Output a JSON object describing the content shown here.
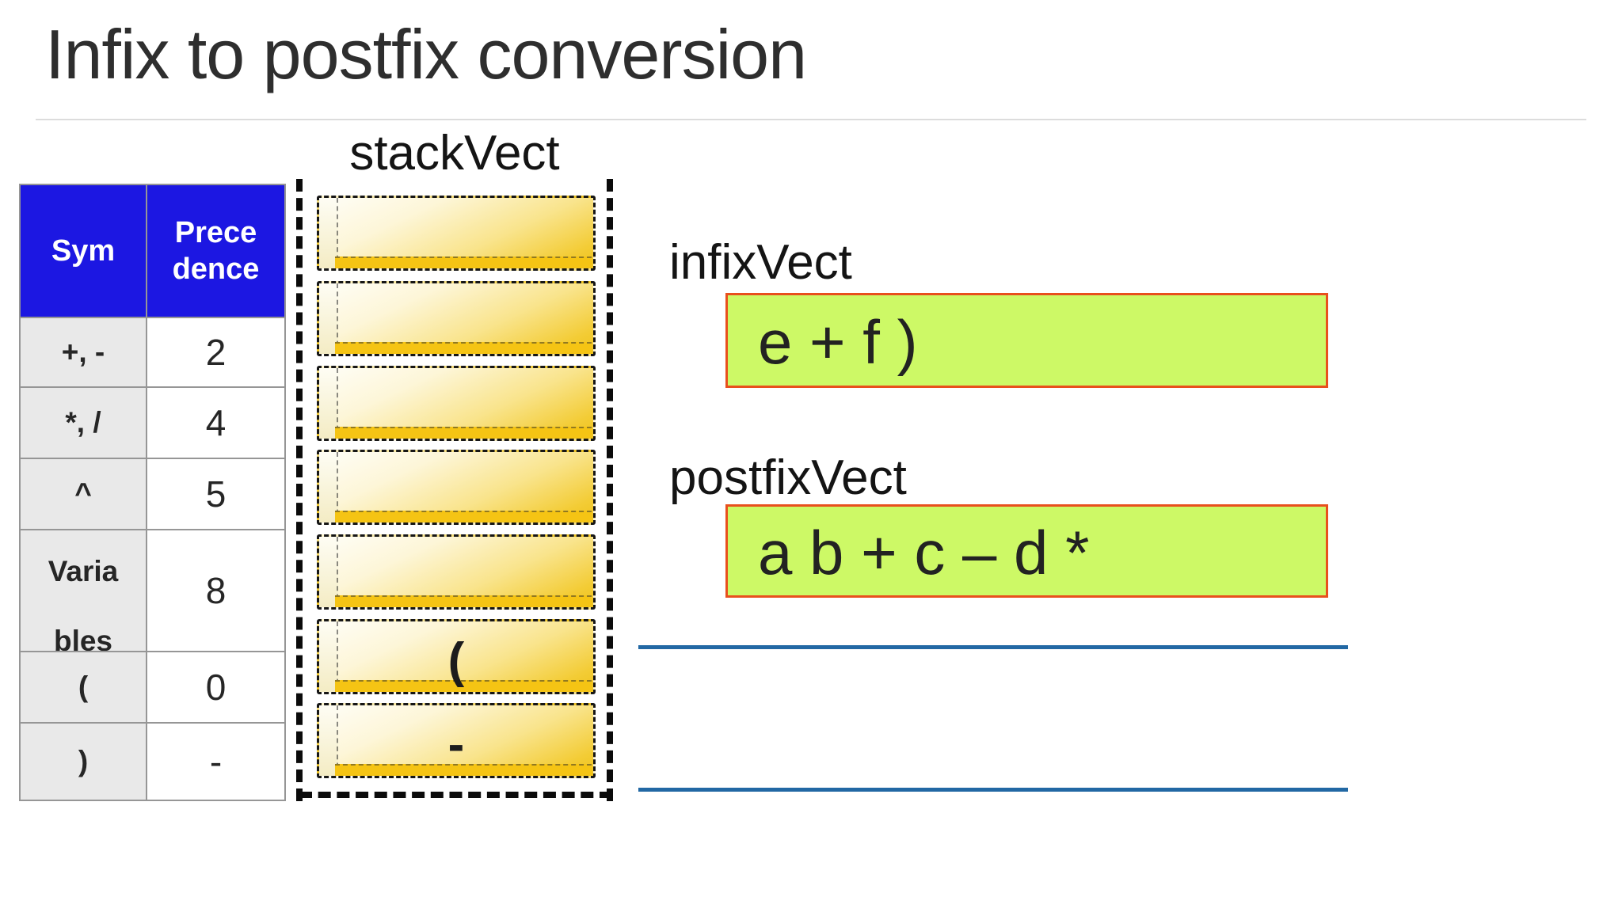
{
  "slide": {
    "title": "Infix to postfix conversion"
  },
  "precedence_table": {
    "headers": [
      "Sym",
      "Prece\ndence"
    ],
    "rows": [
      {
        "sym": "+, -",
        "prec": "2"
      },
      {
        "sym": "*, /",
        "prec": "4"
      },
      {
        "sym": "^",
        "prec": "5"
      },
      {
        "sym": "Varia\nbles",
        "prec": "8"
      },
      {
        "sym": "(",
        "prec": "0"
      },
      {
        "sym": ")",
        "prec": "-"
      }
    ]
  },
  "stack": {
    "label": "stackVect",
    "cells": [
      "",
      "",
      "",
      "",
      "",
      "(",
      "-"
    ]
  },
  "infix": {
    "label": "infixVect",
    "value": "e + f )"
  },
  "postfix": {
    "label": "postfixVect",
    "value": "a b + c – d *"
  },
  "colors": {
    "table_header_blue": "#1c17e2",
    "table_cell_gray": "#e9e9e9",
    "stack_gold": "#f0c31e",
    "vector_green": "#cdf966",
    "vector_border_red": "#e8501d",
    "rule_blue": "#2268a4"
  }
}
